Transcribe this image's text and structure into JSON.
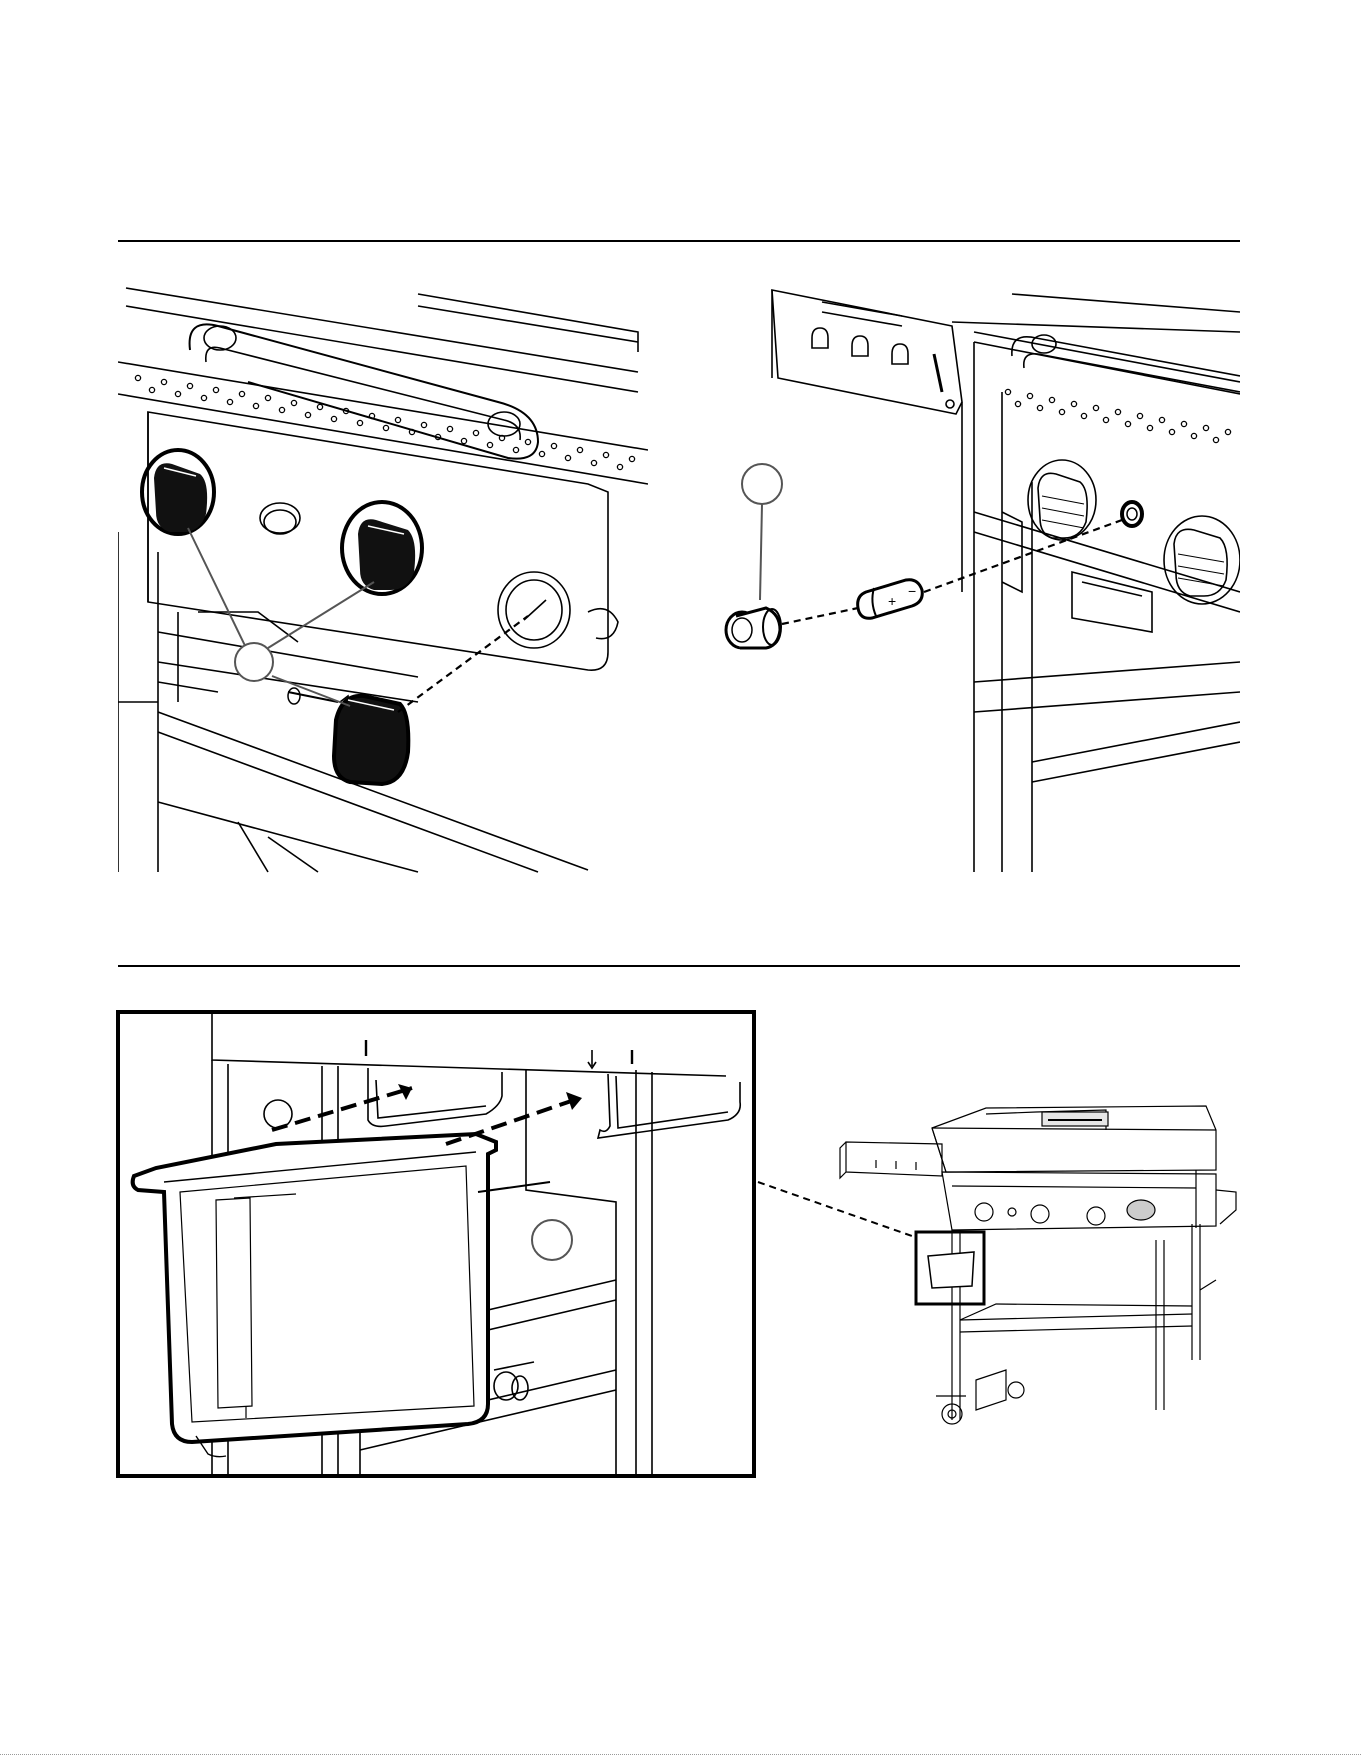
{
  "document": {
    "section_rules": 2,
    "figures": [
      {
        "id": "knobs",
        "callouts": [
          ""
        ]
      },
      {
        "id": "igniter-battery",
        "callouts": [
          ""
        ]
      },
      {
        "id": "grease-cup",
        "callouts": [
          "",
          ""
        ]
      },
      {
        "id": "griddle-overview"
      }
    ],
    "battery": {
      "plus_mark": "+",
      "minus_mark": "−"
    },
    "colors": {
      "ink": "#000000",
      "paper": "#ffffff",
      "callout_line": "#555555"
    }
  }
}
